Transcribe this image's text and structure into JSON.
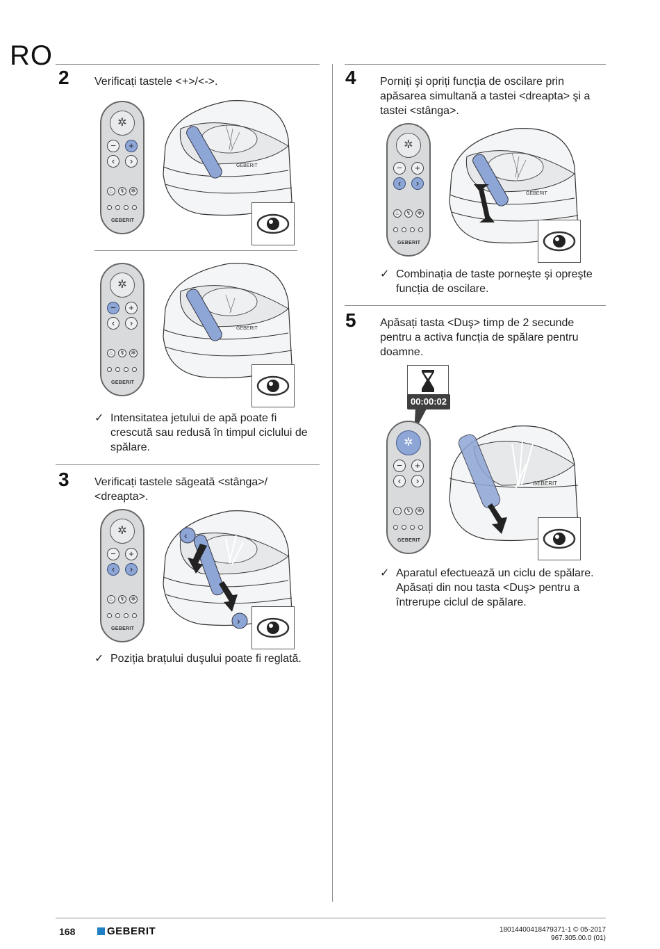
{
  "lang": "RO",
  "steps": [
    {
      "num": "2",
      "text": "Verificați tastele <+>/<->."
    },
    {
      "num": "3",
      "text": "Verificați tastele săgeată <stânga>/ <dreapta>."
    },
    {
      "num": "4",
      "text": "Porniți şi opriți funcția de oscilare prin apăsarea simultană a tastei <dreapta> şi a tastei <stânga>."
    },
    {
      "num": "5",
      "text": "Apăsați tasta <Duş> timp de 2 secunde pentru a activa funcția de spălare pentru doamne."
    }
  ],
  "results": {
    "intensity": "Intensitatea jetului de apă poate fi crescută sau redusă în timpul ciclului de spălare.",
    "position": "Poziția brațului duşului poate fi reglată.",
    "combination": "Combinația de taste porneşte şi opreşte funcția de oscilare.",
    "cycle": "Aparatul efectuează un ciclu de spălare. Apăsați din nou tasta <Duş> pentru a întrerupe ciclul de spălare."
  },
  "check_mark": "✓",
  "remote": {
    "brand": "GEBERIT",
    "minus": "−",
    "plus": "+",
    "left": "‹",
    "right": "›",
    "shower_icon": "shower-icon"
  },
  "timer": "00:00:02",
  "footer": {
    "page": "168",
    "brand": "GEBERIT",
    "code1": "18014400418479371-1 © 05-2017",
    "code2": "967.305.00.0 (01)"
  },
  "colors": {
    "highlight": "#8da6d6",
    "brand_blue": "#1f7fc4",
    "remote_body": "#d9dadb"
  }
}
